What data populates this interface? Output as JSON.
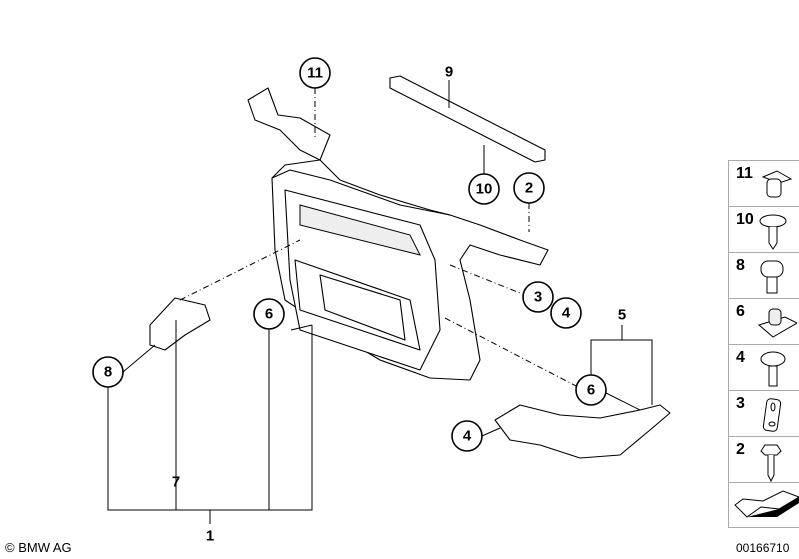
{
  "diagram": {
    "callouts": {
      "c11": "11",
      "c9": "9",
      "c10": "10",
      "c2": "2",
      "c3": "3",
      "c4a": "4",
      "c5": "5",
      "c6a": "6",
      "c4b": "4",
      "c6b": "6",
      "c8": "8",
      "c7": "7",
      "c1": "1"
    }
  },
  "legend": {
    "items": [
      {
        "number": "11",
        "icon": "clip-nut-icon"
      },
      {
        "number": "10",
        "icon": "self-tapping-screw-icon"
      },
      {
        "number": "8",
        "icon": "collar-screw-icon"
      },
      {
        "number": "6",
        "icon": "spring-nut-icon"
      },
      {
        "number": "4",
        "icon": "torx-screw-icon"
      },
      {
        "number": "3",
        "icon": "bracket-plate-icon"
      },
      {
        "number": "2",
        "icon": "hex-screw-icon"
      },
      {
        "number": "",
        "icon": "direction-arrow-icon"
      }
    ]
  },
  "footer": {
    "copyright": "© BMW AG",
    "diagram_id": "00166710"
  }
}
